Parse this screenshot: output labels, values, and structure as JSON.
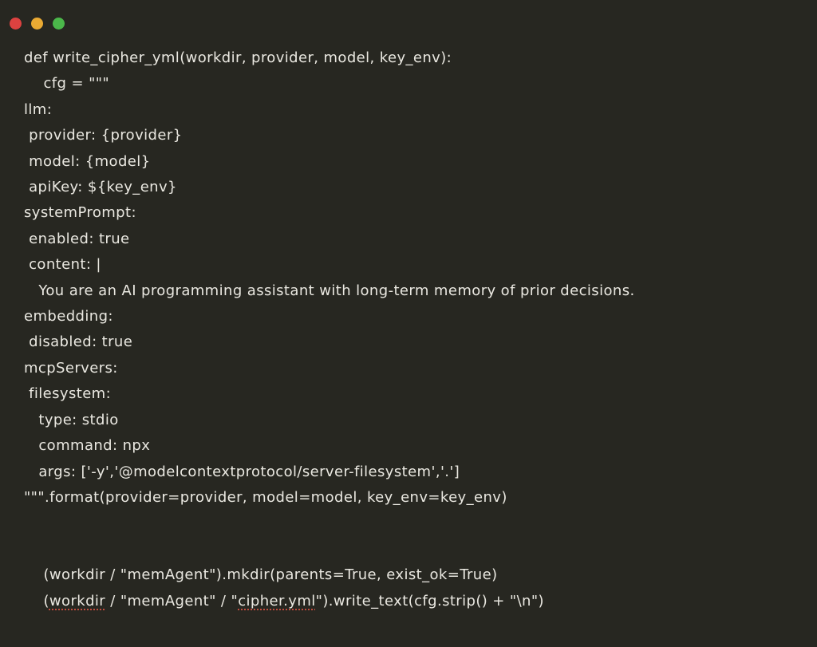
{
  "window": {
    "background": "#272721",
    "text_color": "#eae8e1",
    "squiggle_color": "#c14b3d",
    "traffic_lights": [
      {
        "name": "close",
        "color": "#dd4240"
      },
      {
        "name": "minimize",
        "color": "#eaaa33"
      },
      {
        "name": "maximize",
        "color": "#4bb84a"
      }
    ]
  },
  "editor": {
    "language": "python",
    "lines": [
      [
        {
          "t": "def write_cipher_yml(workdir, provider, model, key_env):"
        }
      ],
      [
        {
          "t": "    cfg = \"\"\""
        }
      ],
      [
        {
          "t": "llm:"
        }
      ],
      [
        {
          "t": " provider: {provider}"
        }
      ],
      [
        {
          "t": " model: {model}"
        }
      ],
      [
        {
          "t": " apiKey: ${key_env}"
        }
      ],
      [
        {
          "t": "systemPrompt:"
        }
      ],
      [
        {
          "t": " enabled: true"
        }
      ],
      [
        {
          "t": " content: |"
        }
      ],
      [
        {
          "t": "   You are an AI programming assistant with long-term memory of prior decisions."
        }
      ],
      [
        {
          "t": "embedding:"
        }
      ],
      [
        {
          "t": " disabled: true"
        }
      ],
      [
        {
          "t": "mcpServers:"
        }
      ],
      [
        {
          "t": " filesystem:"
        }
      ],
      [
        {
          "t": "   type: stdio"
        }
      ],
      [
        {
          "t": "   command: npx"
        }
      ],
      [
        {
          "t": "   args: ['-y','@modelcontextprotocol/server-filesystem','.']"
        }
      ],
      [
        {
          "t": "\"\"\".format(provider=provider, model=model, key_env=key_env)"
        }
      ],
      [],
      [],
      [
        {
          "t": "    (workdir / \"memAgent\").mkdir(parents=True, exist_ok=True)"
        }
      ],
      [
        {
          "t": "    ("
        },
        {
          "t": "workdir",
          "u": true
        },
        {
          "t": " / \"memAgent\" / \""
        },
        {
          "t": "cipher.yml",
          "u": true
        },
        {
          "t": "\").write_text(cfg.strip() + \"\\n\")"
        }
      ]
    ]
  }
}
